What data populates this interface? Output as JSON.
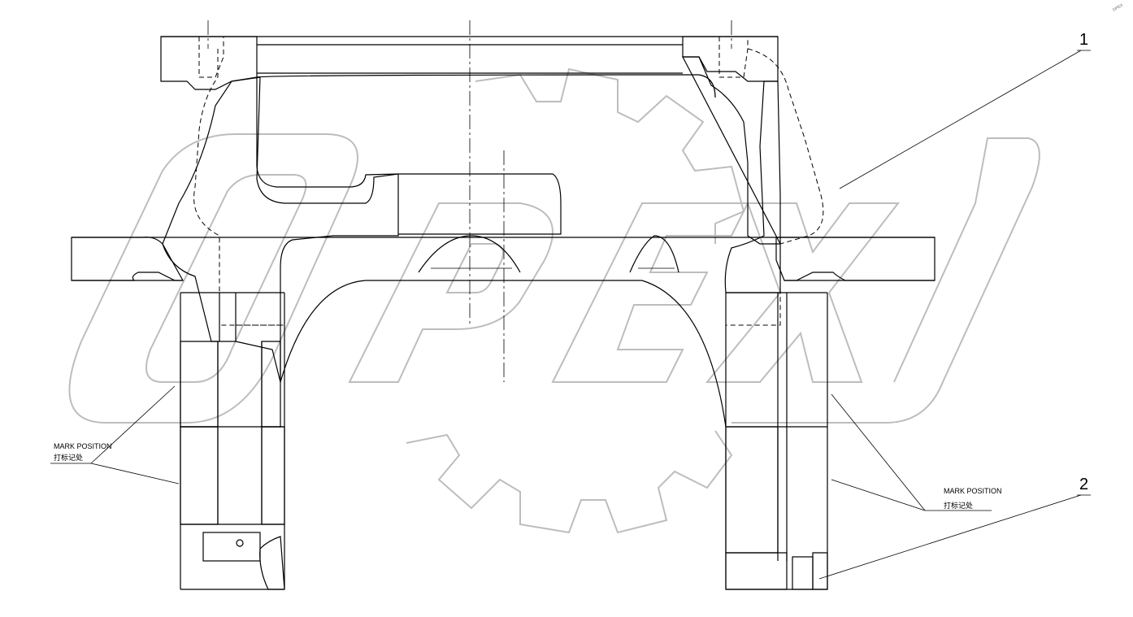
{
  "callouts": {
    "part1": "1",
    "part2": "2"
  },
  "marks": {
    "left_en": "MARK POSITION",
    "left_cn": "打标记处",
    "right_en": "MARK POSITION",
    "right_cn": "打标记处"
  },
  "watermark": {
    "brand": "OPEX",
    "corner": "OPEX"
  },
  "colors": {
    "line": "#000000",
    "watermark": "#bdbdbd",
    "background": "#ffffff"
  }
}
